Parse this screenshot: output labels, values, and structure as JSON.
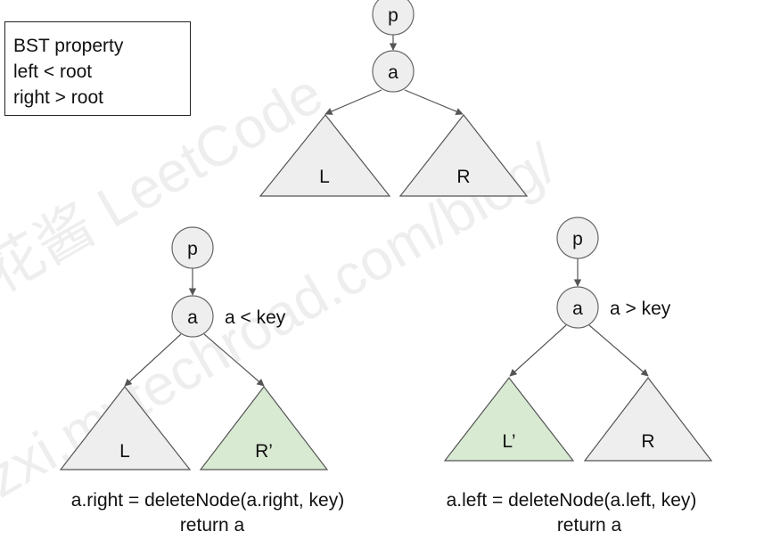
{
  "bst_property": {
    "lines": [
      "BST property",
      "left < root",
      "right > root"
    ]
  },
  "top_tree": {
    "parent": "p",
    "node": "a",
    "left": "L",
    "right": "R"
  },
  "left_case": {
    "parent": "p",
    "node": "a",
    "condition": "a < key",
    "left": "L",
    "right": "R’",
    "modified_subtree": "right",
    "code_line1": "a.right = deleteNode(a.right, key)",
    "code_line2": "return a"
  },
  "right_case": {
    "parent": "p",
    "node": "a",
    "condition": "a > key",
    "left": "L’",
    "right": "R",
    "modified_subtree": "left",
    "code_line1": "a.left = deleteNode(a.left, key)",
    "code_line2": "return a"
  },
  "watermark": {
    "line1": "花酱 LeetCode",
    "line2": "zxi.mytechroad.com/blog/"
  },
  "colors": {
    "node_fill": "#eeeeee",
    "unchanged_subtree_fill": "#eeeeee",
    "modified_subtree_fill": "#d9ead3"
  }
}
